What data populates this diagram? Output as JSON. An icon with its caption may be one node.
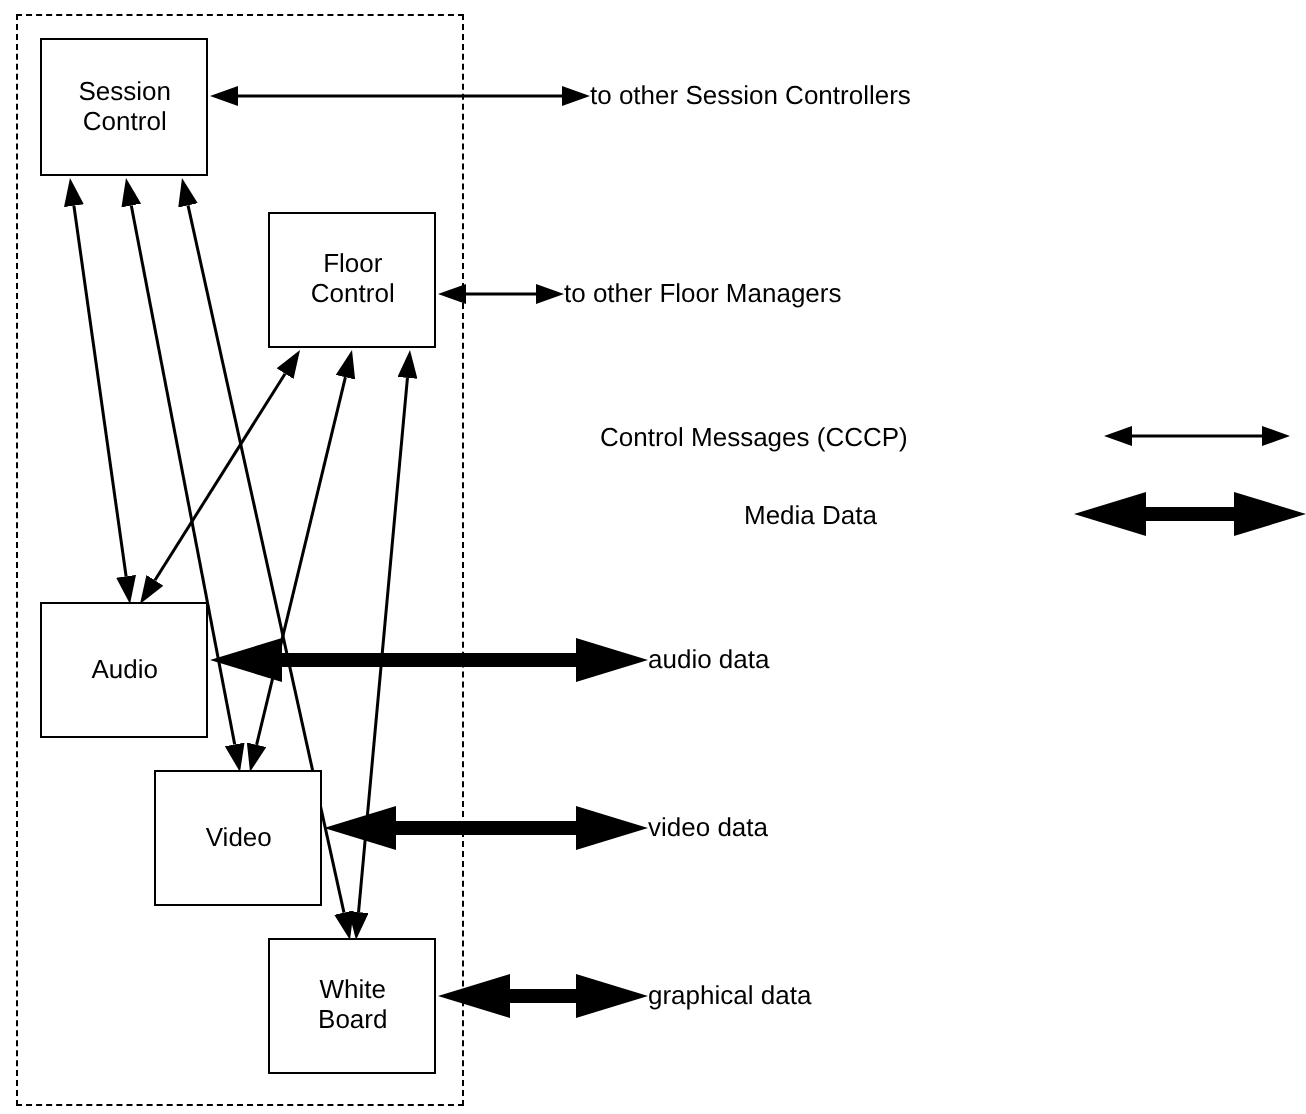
{
  "diagram": {
    "nodes": [
      {
        "text": [],
        "shape": "box"
      },
      {
        "text": [
          "Session Control"
        ],
        "in": 0
      },
      {
        "text": [
          "Floor Control"
        ],
        "in": 0
      },
      {
        "text": [
          "Audio"
        ],
        "in": 0
      },
      {
        "text": [
          "Video"
        ],
        "in": 0
      },
      {
        "text": [
          "White Board"
        ],
        "in": 0
      },
      {
        "text": [
          "to other Session Controllers"
        ]
      },
      {
        "text": [
          "to other Floor Managers"
        ]
      },
      {
        "text": [
          "audio data"
        ]
      },
      {
        "text": [
          "video data"
        ]
      },
      {
        "text": [
          "graphical data"
        ]
      }
    ],
    "edges": [
      {
        "from": 1,
        "to": 6,
        "arrow": "both"
      },
      {
        "from": 2,
        "to": 7,
        "arrow": "both"
      },
      {
        "from": 1,
        "to": 3,
        "arrow": "both"
      },
      {
        "from": 1,
        "to": 4,
        "arrow": "both"
      },
      {
        "from": 1,
        "to": 5,
        "arrow": "both"
      },
      {
        "from": 2,
        "to": 3,
        "arrow": "both"
      },
      {
        "from": 2,
        "to": 4,
        "arrow": "both"
      },
      {
        "from": 2,
        "to": 5,
        "arrow": "both"
      },
      {
        "from": 3,
        "to": 8,
        "arrow": "both",
        "style": "thick"
      },
      {
        "from": 4,
        "to": 9,
        "arrow": "both",
        "style": "thick"
      },
      {
        "from": 5,
        "to": 10,
        "arrow": "both",
        "style": "thick"
      }
    ],
    "legend": [
      {
        "text": "Control Messages (CCCP)"
      },
      {
        "text": "Media Data"
      }
    ]
  }
}
